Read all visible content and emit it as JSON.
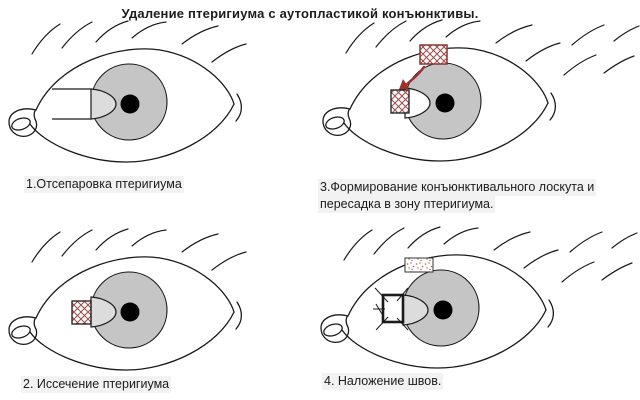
{
  "title": "Удаление птеригиума с аутопластикой конъюнктивы.",
  "panels": [
    {
      "caption": "1.Отсепаровка птеригиума"
    },
    {
      "caption": "2. Иссечение птеригиума"
    },
    {
      "caption_line1": "3.Формирование конъюнктивального лоскута и",
      "caption_line2": "пересадка в зону птеригиума."
    },
    {
      "caption": "4. Наложение швов."
    }
  ],
  "icons": {
    "eye": "eye-illustration",
    "flap": "conjunctival-flap-hatched",
    "arrow": "transplant-direction-arrow",
    "sutures": "suture-stitches",
    "donor_site": "stippled-donor-site"
  },
  "colors": {
    "iris": "#c5c5c5",
    "bump": "#dcdcdc",
    "pupil": "#000000",
    "outline": "#1a1a1a",
    "hatch": "#a04848",
    "flap_border": "#8a3434",
    "arrow": "#9e2f2f",
    "stipple": "#aa5a46",
    "caption_bg": "#f2f2f2",
    "text": "#1c1c1c"
  }
}
